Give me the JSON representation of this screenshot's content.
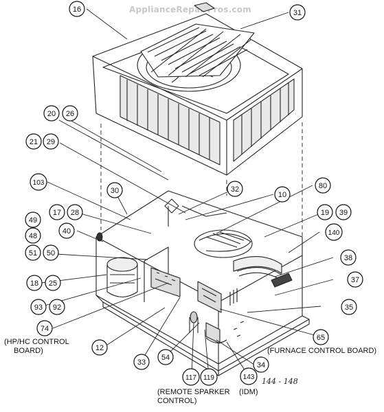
{
  "watermark": "ApplianceRepairPros.com",
  "callouts": [
    {
      "label": "16"
    },
    {
      "label": "31"
    },
    {
      "label": "20"
    },
    {
      "label": "26"
    },
    {
      "label": "21"
    },
    {
      "label": "29"
    },
    {
      "label": "103"
    },
    {
      "label": "30"
    },
    {
      "label": "32"
    },
    {
      "label": "10"
    },
    {
      "label": "80"
    },
    {
      "label": "17"
    },
    {
      "label": "28"
    },
    {
      "label": "19"
    },
    {
      "label": "39"
    },
    {
      "label": "49"
    },
    {
      "label": "40"
    },
    {
      "label": "140"
    },
    {
      "label": "48"
    },
    {
      "label": "51"
    },
    {
      "label": "50"
    },
    {
      "label": "38"
    },
    {
      "label": "18"
    },
    {
      "label": "25"
    },
    {
      "label": "37"
    },
    {
      "label": "93"
    },
    {
      "label": "92"
    },
    {
      "label": "35"
    },
    {
      "label": "74"
    },
    {
      "label": "65"
    },
    {
      "label": "12"
    },
    {
      "label": "33"
    },
    {
      "label": "54"
    },
    {
      "label": "34"
    },
    {
      "label": "117"
    },
    {
      "label": "119"
    },
    {
      "label": "143"
    }
  ],
  "notes": {
    "hp_hc_line1": "(HP/HC CONTROL",
    "hp_hc_line2": "BOARD)",
    "furnace": "(FURNACE CONTROL BOARD)",
    "remote_line1": "(REMOTE SPARKER",
    "remote_line2": "CONTROL)",
    "idm": "(IDM)",
    "handwritten": "144 - 148"
  }
}
